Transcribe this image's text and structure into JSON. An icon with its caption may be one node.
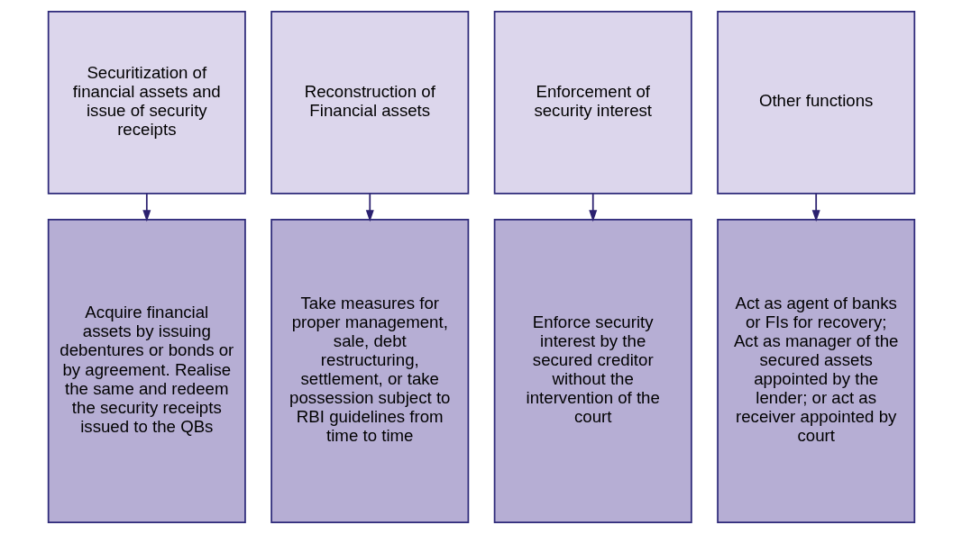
{
  "diagram": {
    "nodes": [
      {
        "text": [
          "Securitization of financial assets and issue of security receipts"
        ]
      },
      {
        "text": [
          "Reconstruction of Financial assets"
        ]
      },
      {
        "text": [
          "Enforcement of security interest"
        ]
      },
      {
        "text": [
          "Other functions"
        ]
      },
      {
        "text": [
          "Acquire financial assets by issuing debentures or bonds or by agreement. Realise the same and redeem the security receipts issued to the QBs"
        ]
      },
      {
        "text": [
          "Take measures for proper management, sale, debt restructuring, settlement, or take possession subject to RBI guidelines from time to time"
        ]
      },
      {
        "text": [
          "Enforce security interest by the secured creditor without the intervention of the court"
        ]
      },
      {
        "text": [
          "Act as agent of banks or FIs for recovery; Act as manager of the secured assets appointed by the lender; or act as receiver appointed by court"
        ]
      }
    ],
    "edges": [
      {
        "from": 0,
        "to": 4,
        "arrow": "to"
      },
      {
        "from": 1,
        "to": 5,
        "arrow": "to"
      },
      {
        "from": 2,
        "to": 6,
        "arrow": "to"
      },
      {
        "from": 3,
        "to": 7,
        "arrow": "to"
      }
    ]
  }
}
